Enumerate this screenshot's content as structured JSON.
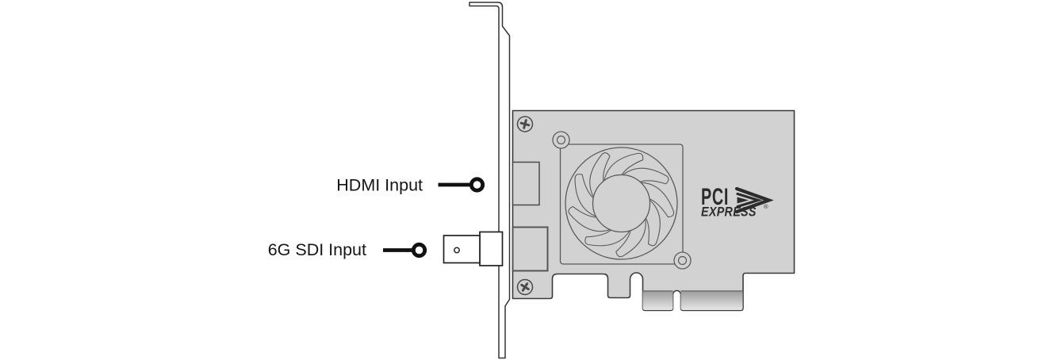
{
  "diagram": {
    "kind": "hardware-port-diagram",
    "callouts": [
      {
        "label": "HDMI Input"
      },
      {
        "label": "6G SDI Input"
      }
    ],
    "pci_express_logo": {
      "line1": "PCI",
      "line2": "EXPRESS",
      "registered_mark": "®"
    },
    "components": [
      "mounting-bracket",
      "pcb-card",
      "cooling-fan",
      "phillips-screw-top",
      "phillips-screw-bottom",
      "hdmi-port",
      "sdi-port",
      "bnc-connector",
      "pcie-edge-connector"
    ],
    "colors": {
      "background": "#ffffff",
      "card_fill": "#d2d2d2",
      "outline": "#3a3a3a",
      "fan_outline": "#5a5a5a",
      "connector_gradient_top": "#a0a0a0",
      "connector_gradient_bottom": "#e7e7e7",
      "label_text": "#161616",
      "logo_color": "#2c2c2c"
    }
  }
}
